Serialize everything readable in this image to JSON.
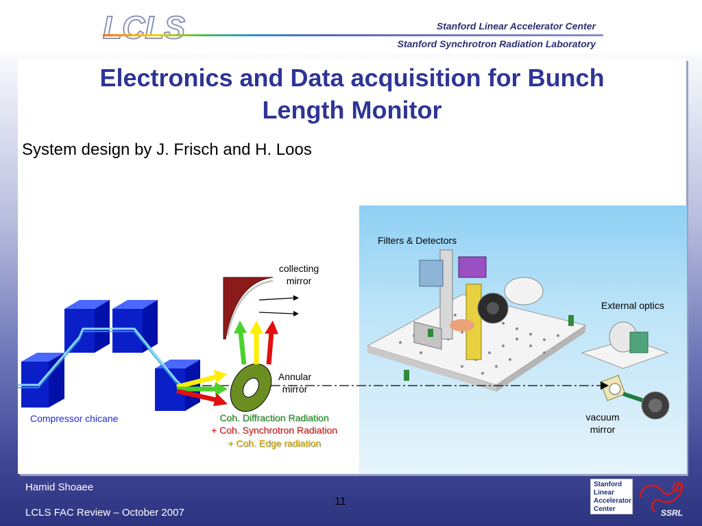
{
  "header": {
    "logo_text": "LCLS",
    "org_line1": "Stanford Linear Accelerator Center",
    "org_line2": "Stanford Synchrotron Radiation Laboratory"
  },
  "slide": {
    "title_line1": "Electronics and Data acquisition for Bunch",
    "title_line2": "Length Monitor",
    "subtitle": "System design by J. Frisch and H. Loos"
  },
  "diagram": {
    "filters_detectors": "Filters & Detectors",
    "collecting_mirror_line1": "collecting",
    "collecting_mirror_line2": "mirror",
    "external_optics": "External optics",
    "annular_mirror_line1": "Annular",
    "annular_mirror_line2": "mirror",
    "compressor_chicane": "Compressor chicane",
    "coh_diffraction": "Coh. Diffraction Radiation",
    "coh_synchrotron": "+ Coh. Synchrotron Radiation",
    "coh_edge": "+ Coh. Edge radiation",
    "vacuum_mirror_line1": "vacuum",
    "vacuum_mirror_line2": "mirror"
  },
  "footer": {
    "author": "Hamid Shoaee",
    "page_number": "11",
    "event": "LCLS FAC Review – October 2007",
    "slac_logo_lines": [
      "Stanford",
      "Linear",
      "Accelerator",
      "Center"
    ],
    "ssrl_logo_text": "SSRL"
  },
  "colors": {
    "title": "#2e3596",
    "cube": "#0a1fc8",
    "green_arrow": "#4cd12a",
    "red_arrow": "#e01010",
    "yellow_arrow": "#ffee00",
    "annular_mirror": "#6b8e23"
  }
}
